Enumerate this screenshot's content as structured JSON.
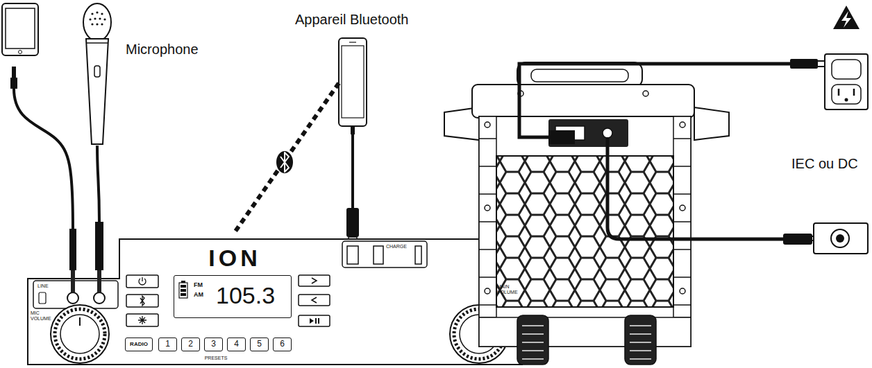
{
  "diagram": {
    "nodes": [
      {
        "text": [
          "FM",
          "AM",
          "105.3"
        ]
      },
      {
        "text": [
          "RADIO"
        ]
      },
      {
        "text": [
          "1"
        ]
      },
      {
        "text": [
          "2"
        ]
      },
      {
        "text": [
          "3"
        ]
      },
      {
        "text": [
          "4"
        ]
      },
      {
        "text": [
          "5"
        ]
      },
      {
        "text": [
          "6"
        ]
      }
    ],
    "labels": [
      "Microphone",
      "Appareil Bluetooth",
      "IEC ou DC",
      "ION",
      "LINE",
      "MIC VOLUME",
      "MAIN VOLUME",
      "PRESETS",
      "CHARGE"
    ]
  }
}
